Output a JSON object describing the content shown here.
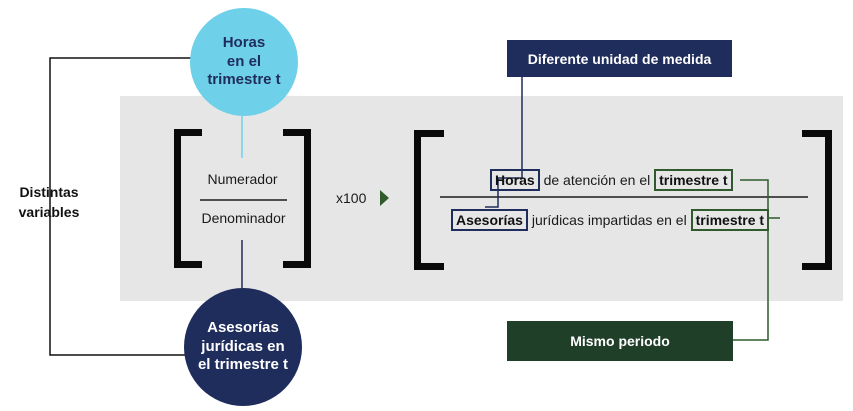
{
  "side_label": {
    "line1": "Distintas",
    "line2": "variables"
  },
  "top_circle": {
    "line1": "Horas",
    "line2": "en el",
    "line3": "trimestre t"
  },
  "bottom_circle": {
    "line1": "Asesorías",
    "line2": "jurídicas en",
    "line3": "el trimestre t"
  },
  "fraction": {
    "numerator": "Numerador",
    "denominator": "Denominador"
  },
  "multiplier": "x100",
  "formula": {
    "numerator": {
      "variable": "Horas",
      "middle": "de atención en el",
      "period": "trimestre t"
    },
    "denominator": {
      "variable": "Asesorías",
      "middle": "jurídicas impartidas en el",
      "period": "trimestre t"
    }
  },
  "callouts": {
    "unit": "Diferente unidad de medida",
    "period": "Mismo periodo"
  },
  "colors": {
    "navy": "#1f2d5c",
    "light_blue": "#6fd0ea",
    "green": "#203f28",
    "band": "#e6e6e6"
  }
}
